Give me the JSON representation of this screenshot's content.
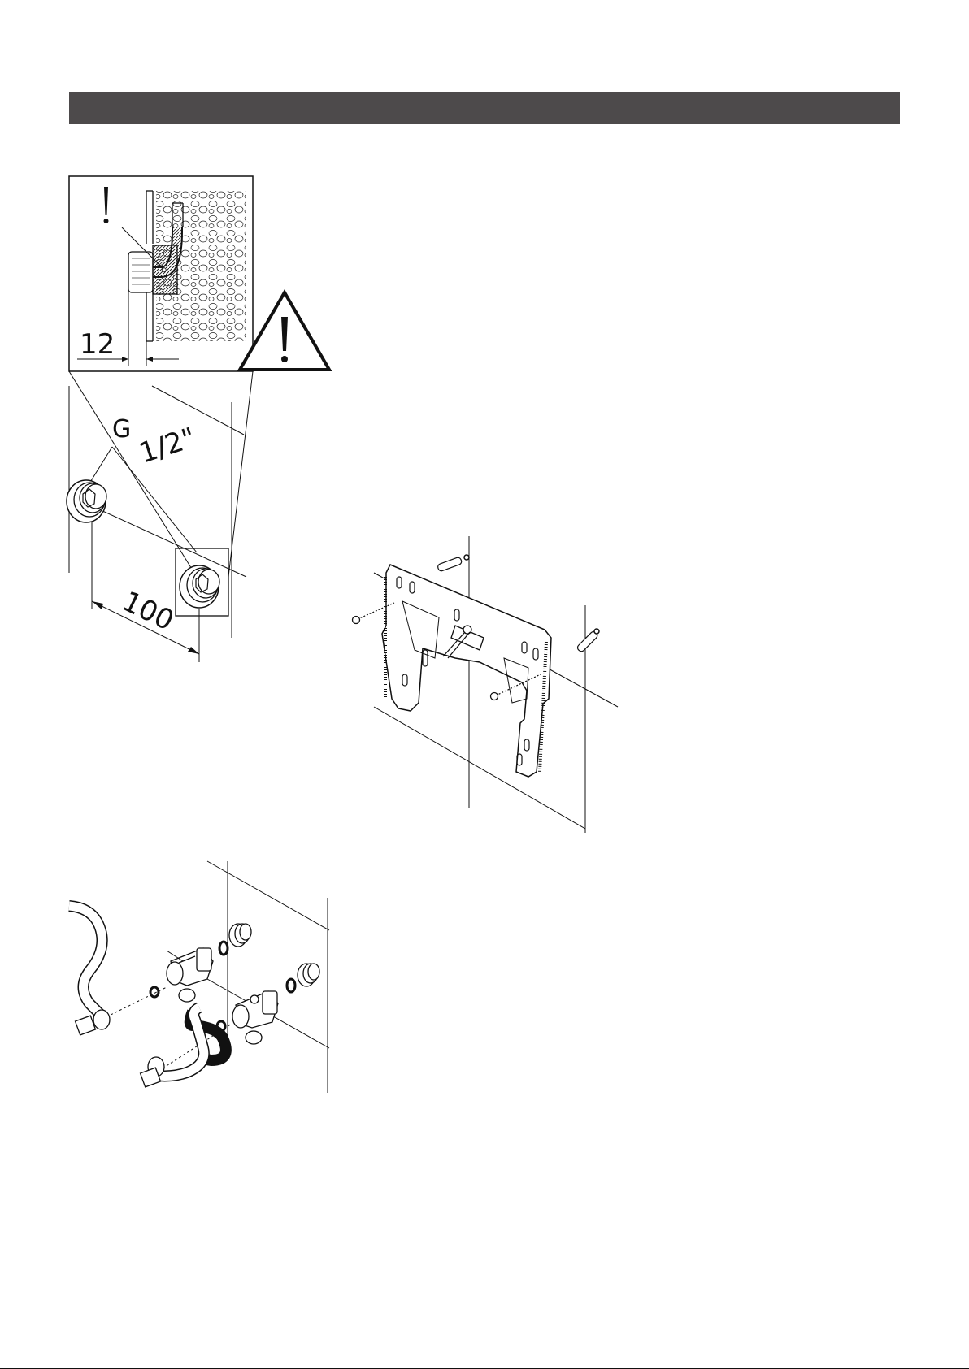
{
  "figure1": {
    "detail_dimension": "12",
    "thread_label_g": "G",
    "thread_label_size": "1/2\"",
    "spacing_dimension": "100",
    "warning_icon": "warning-triangle-icon",
    "caution_icon": "exclamation-icon"
  },
  "figure2": {
    "icon": "mounting-bracket-drawing"
  },
  "figure3": {
    "icon": "valve-fittings-drawing"
  },
  "colors": {
    "header_bar": "#4d4a4b",
    "line": "#111111"
  }
}
